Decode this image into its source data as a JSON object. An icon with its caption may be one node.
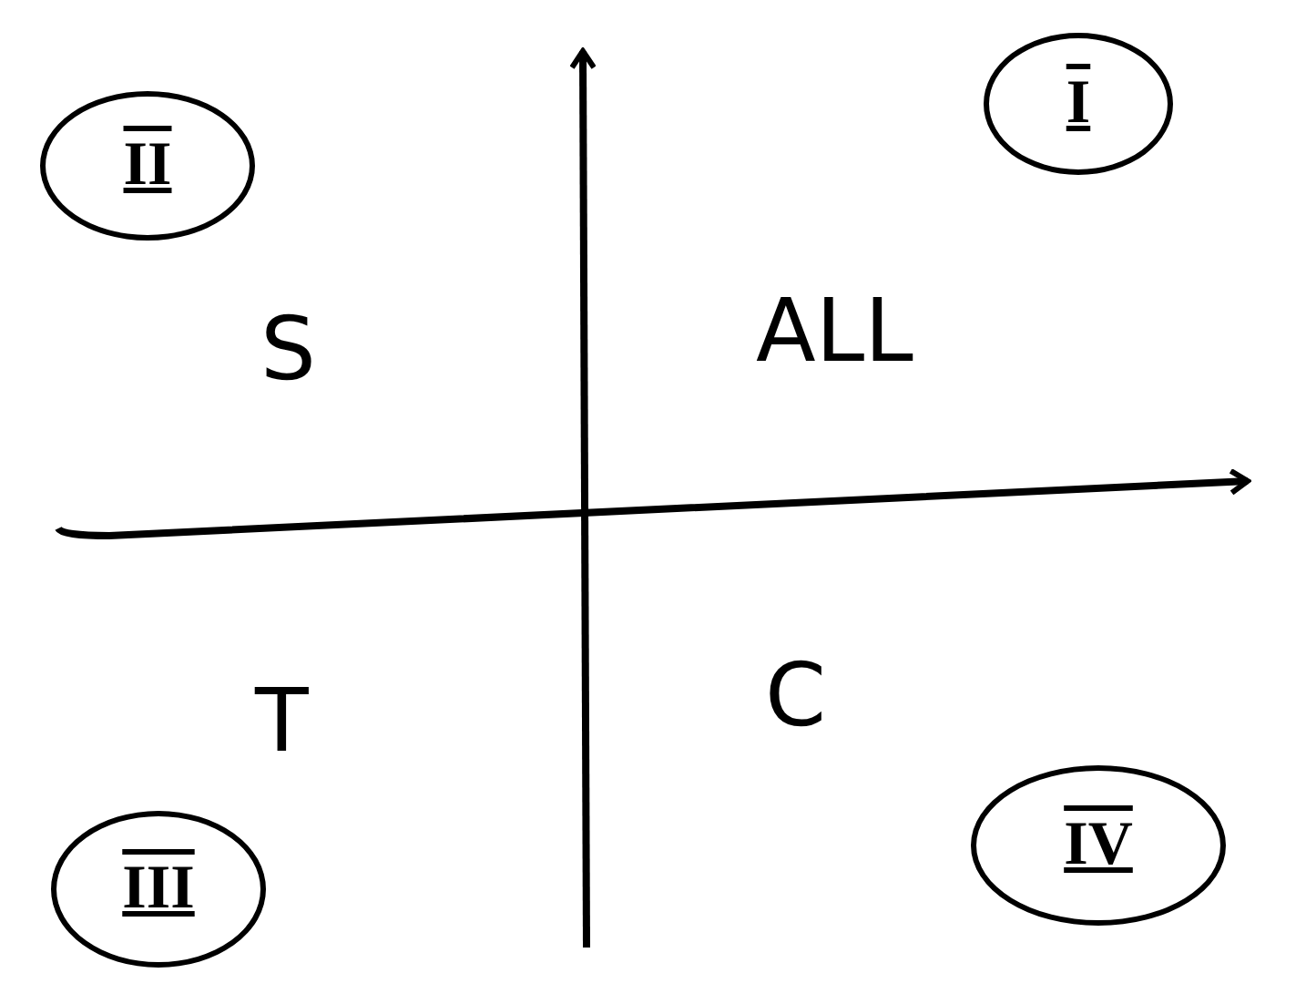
{
  "diagram": {
    "nodes": [
      {
        "text": [
          "II"
        ]
      },
      {
        "text": [
          "I"
        ]
      },
      {
        "text": [
          "III"
        ]
      },
      {
        "text": [
          "IV"
        ]
      }
    ],
    "edges": [],
    "labels": [
      "S",
      "ALL",
      "T",
      "C"
    ]
  }
}
